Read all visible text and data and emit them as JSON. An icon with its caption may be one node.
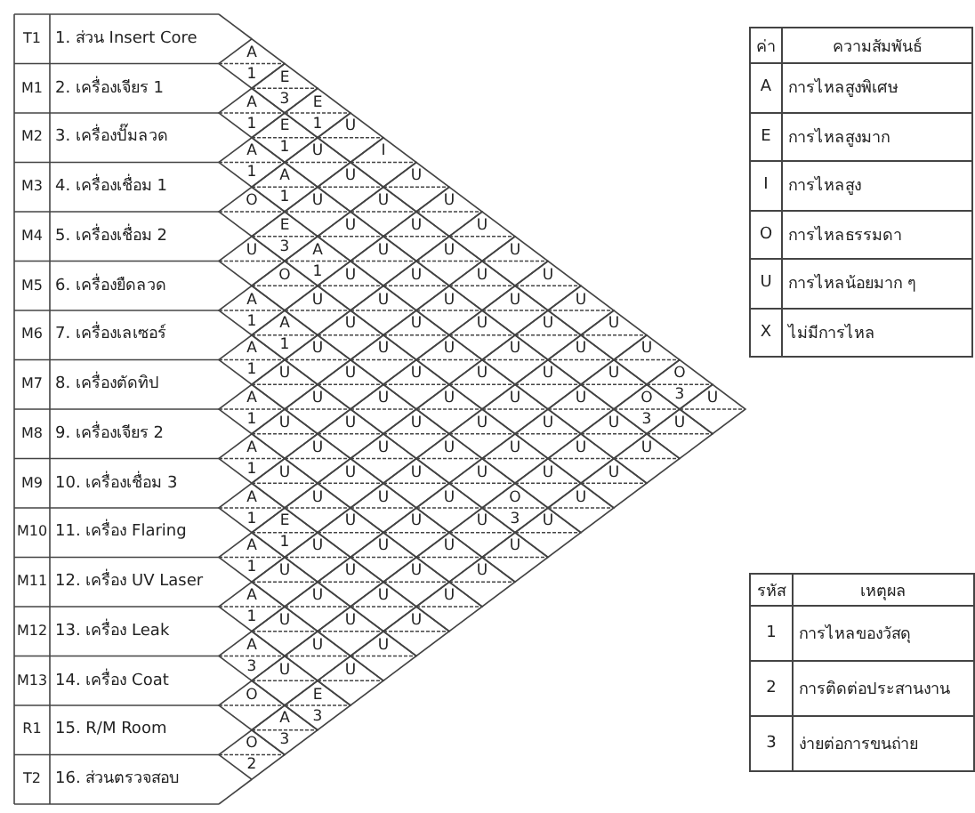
{
  "diagram": {
    "labels": [
      "T1",
      "1. ส่วน Insert Core",
      "M1",
      "2. เครื่องเจียร 1",
      "M2",
      "3. เครื่องปั๊มลวด",
      "M3",
      "4. เครื่องเชื่อม 1",
      "M4",
      "5. เครื่องเชื่อม 2",
      "M5",
      "6. เครื่องยืดลวด",
      "M6",
      "7. เครื่องเลเซอร์",
      "M7",
      "8. เครื่องตัดทิป",
      "M8",
      "9. เครื่องเจียร 2",
      "M9",
      "10. เครื่องเชื่อม 3",
      "M10",
      "11. เครื่อง Flaring",
      "M11",
      "12. เครื่อง UV Laser",
      "M12",
      "13. เครื่อง Leak",
      "M13",
      "14. เครื่อง Coat",
      "R1",
      "15. R/M Room",
      "T2",
      "16. ส่วนตรวจสอบ",
      "A",
      "1",
      "E",
      "A",
      "3",
      "E",
      "1",
      "E",
      "1",
      "U",
      "A",
      "1",
      "U",
      "I",
      "1",
      "A",
      "U",
      "U",
      "O",
      "1",
      "U",
      "U",
      "U",
      "E",
      "U",
      "U",
      "U",
      "U",
      "3",
      "A",
      "U",
      "U",
      "U",
      "O",
      "1",
      "U",
      "U",
      "U",
      "U",
      "A",
      "U",
      "U",
      "U",
      "U",
      "U",
      "1",
      "A",
      "U",
      "U",
      "U",
      "U",
      "U",
      "A",
      "1",
      "U",
      "U",
      "U",
      "U",
      "U",
      "U",
      "1",
      "U",
      "U",
      "U",
      "U",
      "U",
      "U",
      "O",
      "A",
      "U",
      "U",
      "U",
      "U",
      "U",
      "O",
      "3",
      "U",
      "1",
      "U",
      "U",
      "U",
      "U",
      "U",
      "U",
      "3",
      "U",
      "A",
      "U",
      "U",
      "U",
      "U",
      "U",
      "U",
      "1",
      "U",
      "U",
      "U",
      "U",
      "U",
      "U",
      "A",
      "U",
      "U",
      "U",
      "O",
      "U",
      "1",
      "E",
      "U",
      "U",
      "U",
      "3",
      "U",
      "A",
      "1",
      "U",
      "U",
      "U",
      "U",
      "1",
      "U",
      "U",
      "U",
      "U",
      "A",
      "U",
      "U",
      "U",
      "1",
      "U",
      "U",
      "U",
      "A",
      "U",
      "U",
      "3",
      "U",
      "U",
      "O",
      "E",
      "A",
      "3",
      "O",
      "3",
      "2",
      "ค่า",
      "ความสัมพันธ์",
      "A",
      "การไหลสูงพิเศษ",
      "E",
      "การไหลสูงมาก",
      "I",
      "การไหลสูง",
      "O",
      "การไหลธรรมดา",
      "U",
      "การไหลน้อยมาก ๆ",
      "X",
      "ไม่มีการไหล",
      "รหัส",
      "เหตุผล",
      "1",
      "การไหลของวัสดุ",
      "2",
      "การติดต่อประสานงาน",
      "3",
      "ง่ายต่อการขนถ่าย"
    ]
  }
}
